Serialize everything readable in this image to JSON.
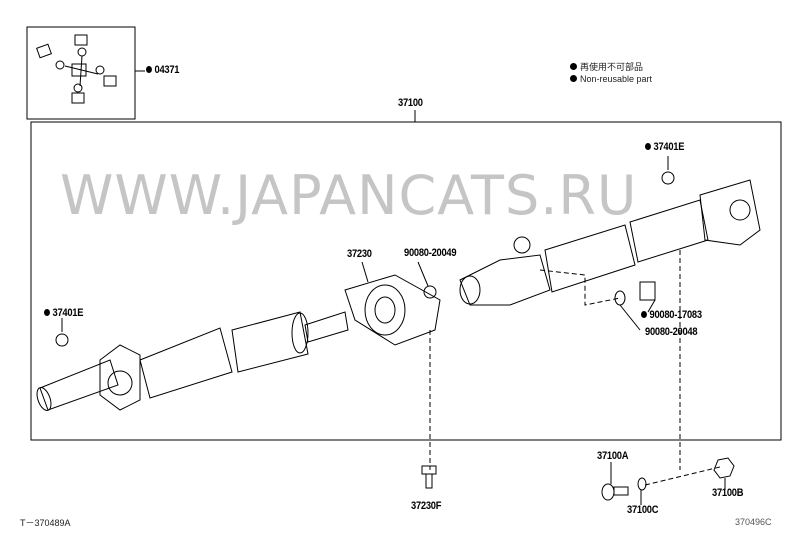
{
  "legend": {
    "items": [
      {
        "label": "再使用不可部品"
      },
      {
        "label": "Non-reusable part"
      }
    ]
  },
  "parts": {
    "kit": "04371",
    "shaft_assy": "37100",
    "snap_ring_right": "37401E",
    "snap_ring_left": "37401E",
    "center_bearing": "37230",
    "nut_upper": "90080-20049",
    "nut_right": "90080-17083",
    "washer_right": "90080-20048",
    "bolt": "37100A",
    "nut": "37100B",
    "washer": "37100C",
    "bearing_bolt": "37230F"
  },
  "footer": {
    "left_code": "T－370489A",
    "right_code": "370496C"
  },
  "watermark": "WWW.JAPANCATS.RU"
}
